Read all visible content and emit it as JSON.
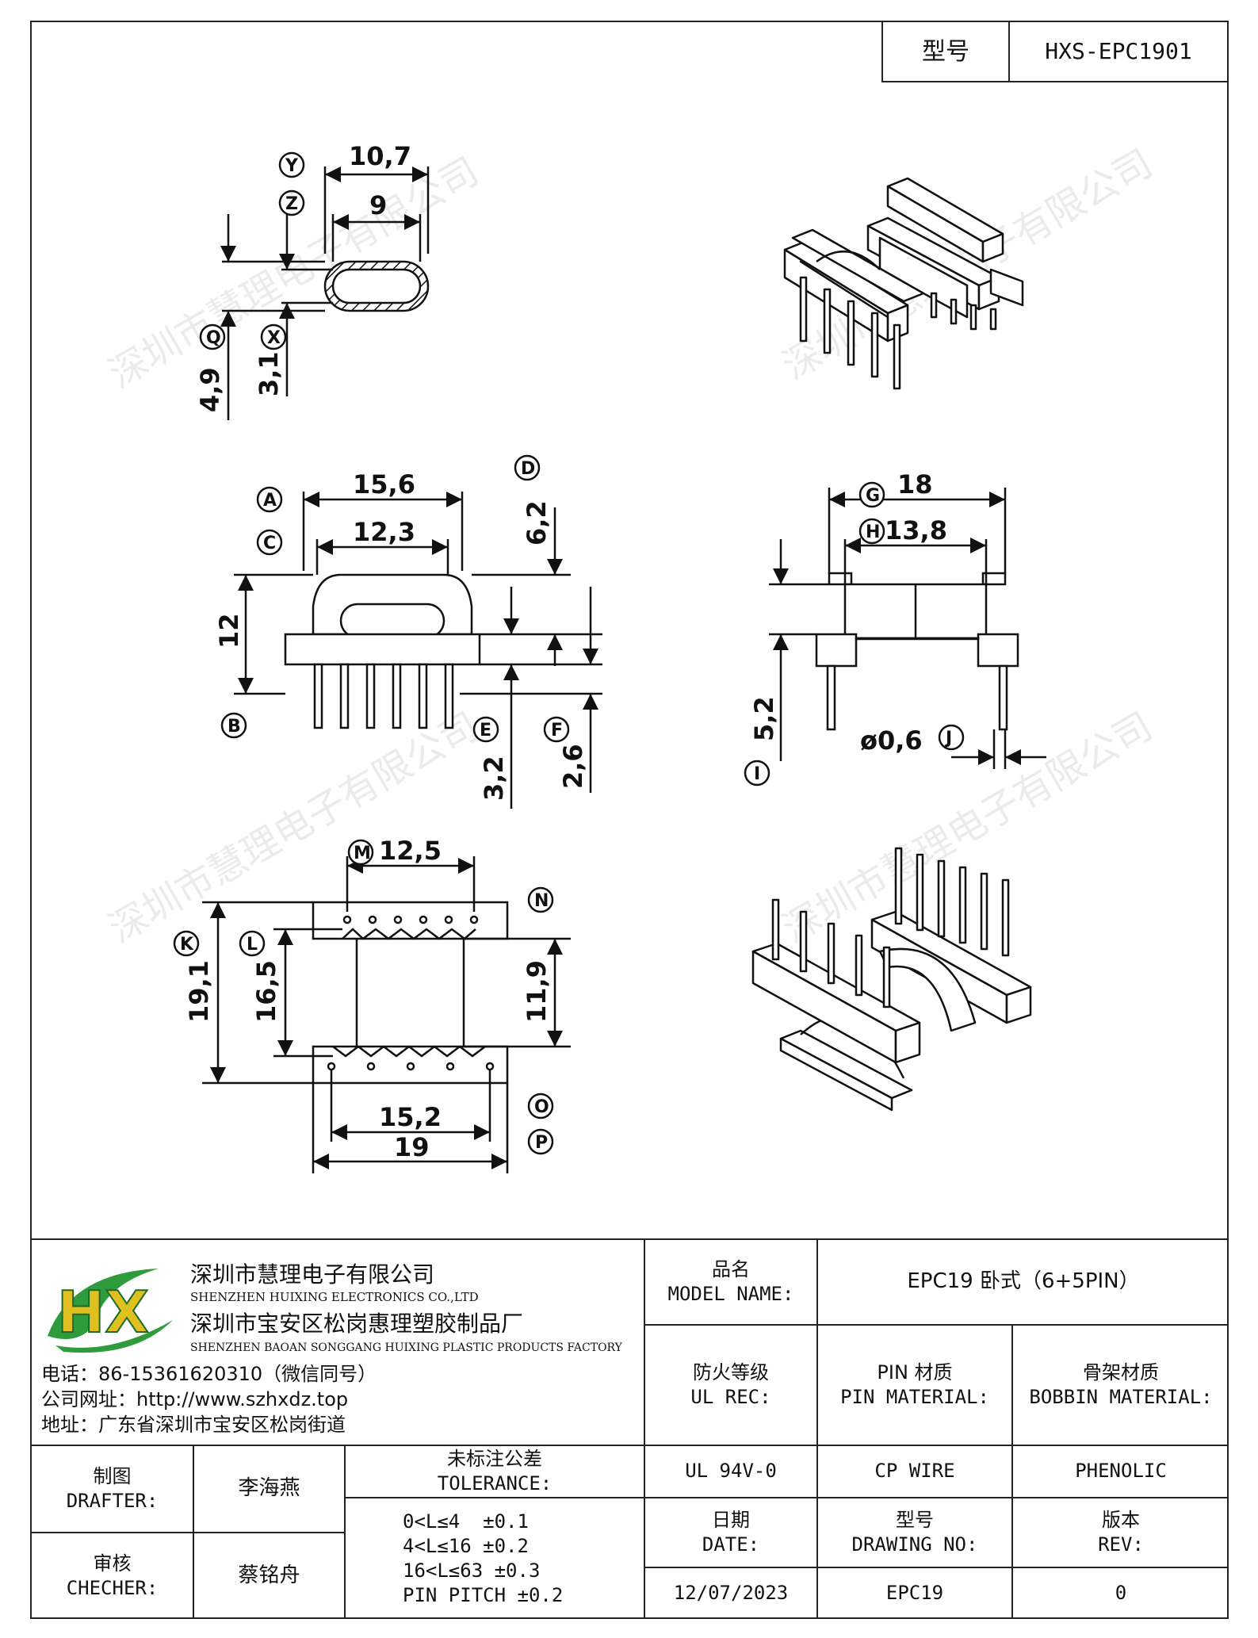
{
  "header": {
    "model_label": "型号",
    "model_value": "HXS-EPC1901"
  },
  "watermark": "深圳市慧理电子有限公司",
  "dimensions": {
    "top_view": {
      "outer_width": "10,7",
      "inner_width": "9",
      "outer_height": "4,9",
      "inner_height": "3,1",
      "labels": [
        "Y",
        "Z",
        "Q",
        "X"
      ]
    },
    "front_view": {
      "a": "15,6",
      "c": "12,3",
      "height": "12",
      "d": "6,2",
      "e": "3,2",
      "f": "2,6",
      "labels": [
        "A",
        "C",
        "B",
        "D",
        "E",
        "F"
      ]
    },
    "side_view": {
      "g": "18",
      "h": "13,8",
      "i": "5,2",
      "j": "ø0,6",
      "labels": [
        "G",
        "H",
        "I",
        "J"
      ]
    },
    "bottom_view": {
      "m": "12,5",
      "k": "19,1",
      "l": "16,5",
      "n": "11,9",
      "o": "15,2",
      "p": "19",
      "labels": [
        "M",
        "K",
        "L",
        "N",
        "O",
        "P"
      ]
    }
  },
  "company": {
    "name_cn": "深圳市慧理电子有限公司",
    "name_en": "SHENZHEN HUIXING ELECTRONICS CO.,LTD",
    "factory_cn": "深圳市宝安区松岗惠理塑胶制品厂",
    "factory_en": "SHENZHEN BAOAN SONGGANG HUIXING PLASTIC PRODUCTS FACTORY",
    "phone": "电话：86-15361620310（微信同号）",
    "website": "公司网址：http://www.szhxdz.top",
    "address": "地址：广东省深圳市宝安区松岗街道",
    "logo_text": "HX"
  },
  "titleblock": {
    "model_name_cn": "品名",
    "model_name_en": "MODEL NAME:",
    "model_name_value": "EPC19 卧式（6+5PIN）",
    "ul_rec_cn": "防火等级",
    "ul_rec_en": "UL REC:",
    "pin_material_cn": "PIN 材质",
    "pin_material_en": "PIN MATERIAL:",
    "bobbin_material_cn": "骨架材质",
    "bobbin_material_en": "BOBBIN MATERIAL:",
    "ul_value": "UL 94V-0",
    "pin_value": "CP WIRE",
    "bobbin_value": "PHENOLIC",
    "drafter_cn": "制图",
    "drafter_en": "DRAFTER:",
    "drafter_name": "李海燕",
    "checker_cn": "审核",
    "checker_en": "CHECHER:",
    "checker_name": "蔡铭舟",
    "tolerance_cn": "未标注公差",
    "tolerance_en": "TOLERANCE:",
    "tolerance_rows": [
      "0<L≤4  ±0.1",
      "4<L≤16 ±0.2",
      "16<L≤63 ±0.3",
      "PIN PITCH ±0.2"
    ],
    "date_cn": "日期",
    "date_en": "DATE:",
    "drawing_no_cn": "型号",
    "drawing_no_en": "DRAWING NO:",
    "rev_cn": "版本",
    "rev_en": "REV:",
    "date_value": "12/07/2023",
    "drawing_no_value": "EPC19",
    "rev_value": "0"
  }
}
